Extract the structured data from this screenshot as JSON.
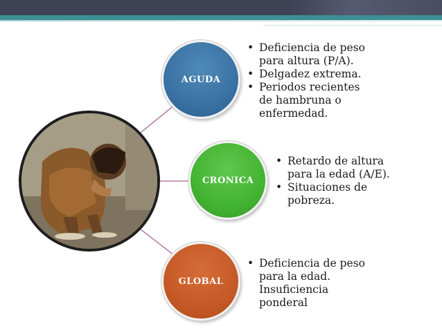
{
  "nodes": [
    {
      "label": "AGUDA",
      "color": "#3a72a3",
      "bullets": [
        "Deficiencia de peso para altura (P/A).",
        "Delgadez extrema.",
        "Periodos recientes de hambruna o enfermedad."
      ]
    },
    {
      "label": "CRONICA",
      "color": "#43b332",
      "bullets": [
        "Retardo de altura para la edad (A/E).",
        "Situaciones de pobreza."
      ]
    },
    {
      "label": "GLOBAL",
      "color": "#c65a26",
      "bullets": [
        "Deficiencia de peso para la edad. Insuficiencia ponderal"
      ]
    }
  ],
  "connector_color": "#b07fa3",
  "header_colors": {
    "bar": "#3f4255",
    "stripe": "#3e8f95"
  }
}
